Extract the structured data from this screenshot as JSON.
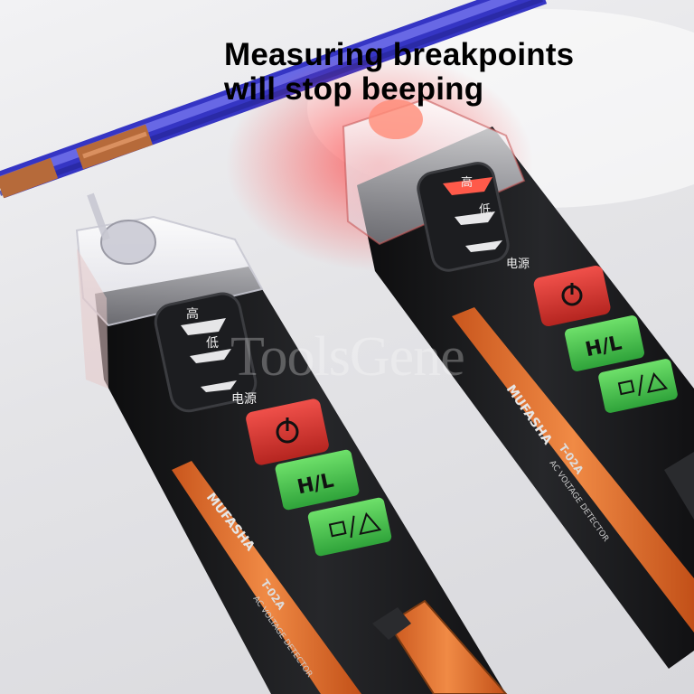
{
  "headline": {
    "line1": "Measuring breakpoints",
    "line2": "will stop beeping"
  },
  "watermark": "ToolsGene",
  "tester": {
    "brand": "MUFASHA",
    "model": "T-02A",
    "subtitle": "AC VOLTAGE DETECTOR",
    "indicators": {
      "high": "高",
      "low": "低",
      "power": "电源"
    },
    "buttons": {
      "mode": "H/L"
    },
    "icons": {
      "power_button": "power-icon",
      "light_button": "flashlight-laser-icon"
    }
  },
  "colors": {
    "body": "#17181a",
    "accent_orange": "#e5702a",
    "power_red": "#d8342e",
    "button_green": "#46c646",
    "probe_glow": "#ff3b3b",
    "wire_blue": "#4a4ad8"
  }
}
